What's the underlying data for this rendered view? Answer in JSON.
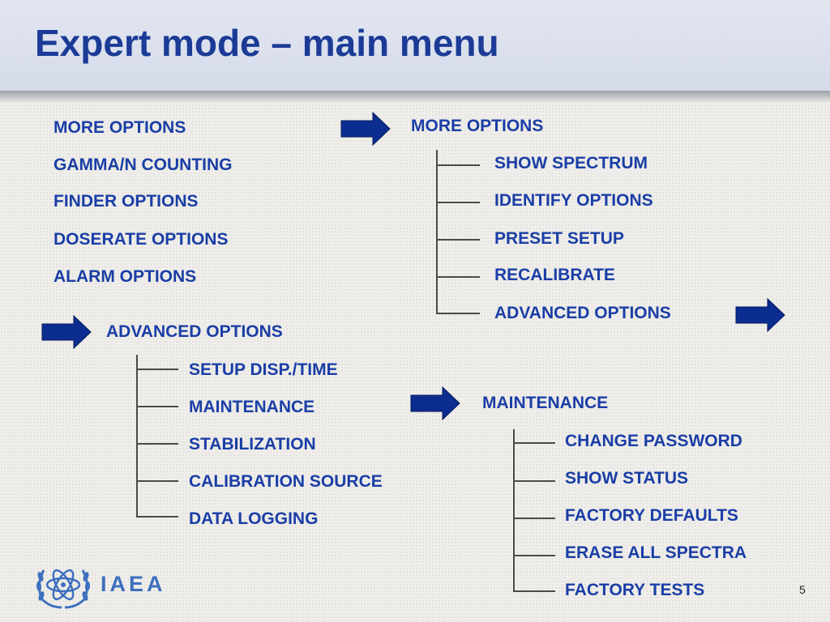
{
  "title": "Expert mode – main menu",
  "main_menu": {
    "items": [
      "MORE OPTIONS",
      "GAMMA/N COUNTING",
      "FINDER OPTIONS",
      "DOSERATE OPTIONS",
      "ALARM OPTIONS"
    ]
  },
  "more_options": {
    "heading": "MORE OPTIONS",
    "items": [
      "SHOW SPECTRUM",
      "IDENTIFY OPTIONS",
      "PRESET SETUP",
      "RECALIBRATE",
      "ADVANCED OPTIONS"
    ]
  },
  "advanced_options": {
    "heading": "ADVANCED OPTIONS",
    "items": [
      "SETUP DISP./TIME",
      "MAINTENANCE",
      "STABILIZATION",
      "CALIBRATION SOURCE",
      "DATA LOGGING"
    ]
  },
  "maintenance": {
    "heading": "MAINTENANCE",
    "items": [
      "CHANGE PASSWORD",
      "SHOW STATUS",
      "FACTORY DEFAULTS",
      "ERASE ALL SPECTRA",
      "FACTORY TESTS"
    ]
  },
  "logo": {
    "text": "IAEA",
    "icon": "iaea-atom-laurel-icon"
  },
  "page_number": "5",
  "colors": {
    "title": "#1b3b96",
    "text": "#1a3ea6",
    "arrow": "#0b2d8f",
    "header_bg": "#dde2ee",
    "body_bg": "#efeeea"
  }
}
